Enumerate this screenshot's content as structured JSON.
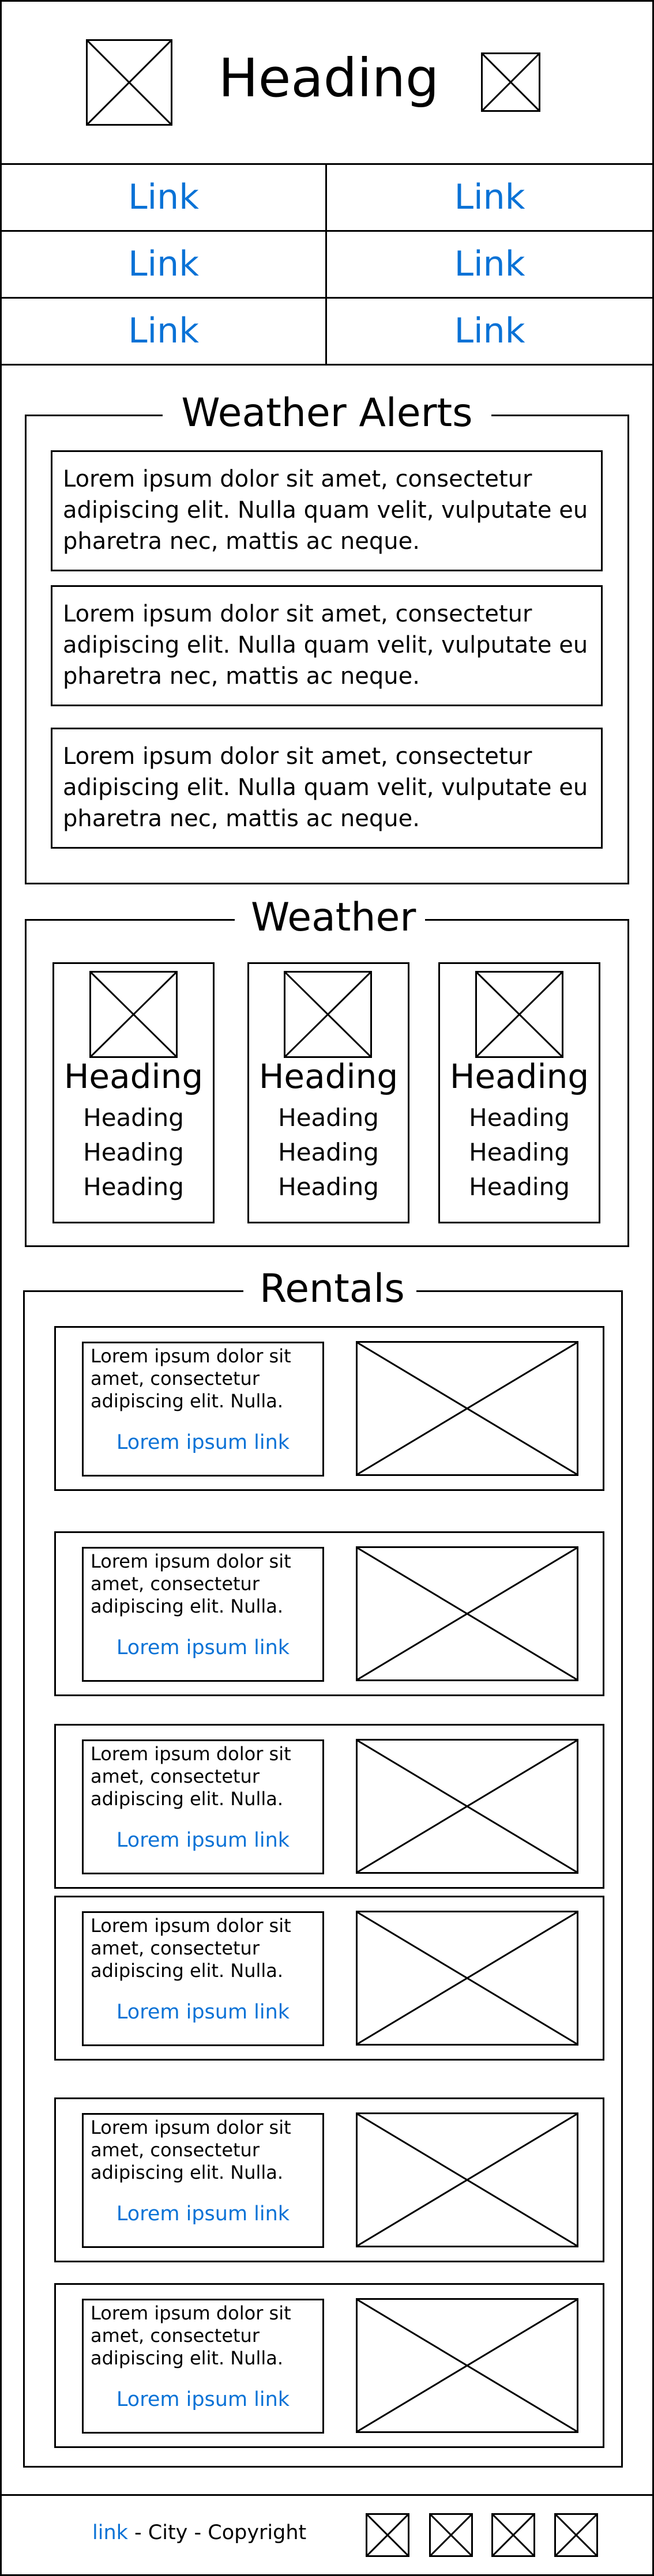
{
  "header": {
    "title": "Heading",
    "logo_icon": "image-placeholder-icon",
    "menu_icon": "image-placeholder-icon"
  },
  "nav": {
    "links": [
      "Link",
      "Link",
      "Link",
      "Link",
      "Link",
      "Link"
    ]
  },
  "alerts": {
    "title": "Weather Alerts",
    "items": [
      "Lorem ipsum dolor sit amet, consectetur adipiscing elit. Nulla quam velit, vulputate eu pharetra nec, mattis ac neque.",
      "Lorem ipsum dolor sit amet, consectetur adipiscing elit. Nulla quam velit, vulputate eu pharetra nec, mattis ac neque.",
      "Lorem ipsum dolor sit amet, consectetur adipiscing elit. Nulla quam velit, vulputate eu pharetra nec, mattis ac neque."
    ]
  },
  "weather": {
    "title": "Weather",
    "cards": [
      {
        "heading": "Heading",
        "lines": [
          "Heading",
          "Heading",
          "Heading"
        ]
      },
      {
        "heading": "Heading",
        "lines": [
          "Heading",
          "Heading",
          "Heading"
        ]
      },
      {
        "heading": "Heading",
        "lines": [
          "Heading",
          "Heading",
          "Heading"
        ]
      }
    ]
  },
  "rentals": {
    "title": "Rentals",
    "items": [
      {
        "text": "Lorem ipsum dolor sit amet, consectetur adipiscing elit. Nulla.",
        "link": "Lorem ipsum link"
      },
      {
        "text": "Lorem ipsum dolor sit amet, consectetur adipiscing elit. Nulla.",
        "link": "Lorem ipsum link"
      },
      {
        "text": "Lorem ipsum dolor sit amet, consectetur adipiscing elit. Nulla.",
        "link": "Lorem ipsum link"
      },
      {
        "text": "Lorem ipsum dolor sit amet, consectetur adipiscing elit. Nulla.",
        "link": "Lorem ipsum link"
      },
      {
        "text": "Lorem ipsum dolor sit amet, consectetur adipiscing elit. Nulla.",
        "link": "Lorem ipsum link"
      },
      {
        "text": "Lorem ipsum dolor sit amet, consectetur adipiscing elit. Nulla.",
        "link": "Lorem ipsum link"
      }
    ]
  },
  "footer": {
    "link": "link",
    "text": " - City - Copyright",
    "social_icons": [
      "image-placeholder-icon",
      "image-placeholder-icon",
      "image-placeholder-icon",
      "image-placeholder-icon"
    ]
  },
  "colors": {
    "link": "#0a72d6",
    "border": "#000000",
    "background": "#ffffff"
  }
}
